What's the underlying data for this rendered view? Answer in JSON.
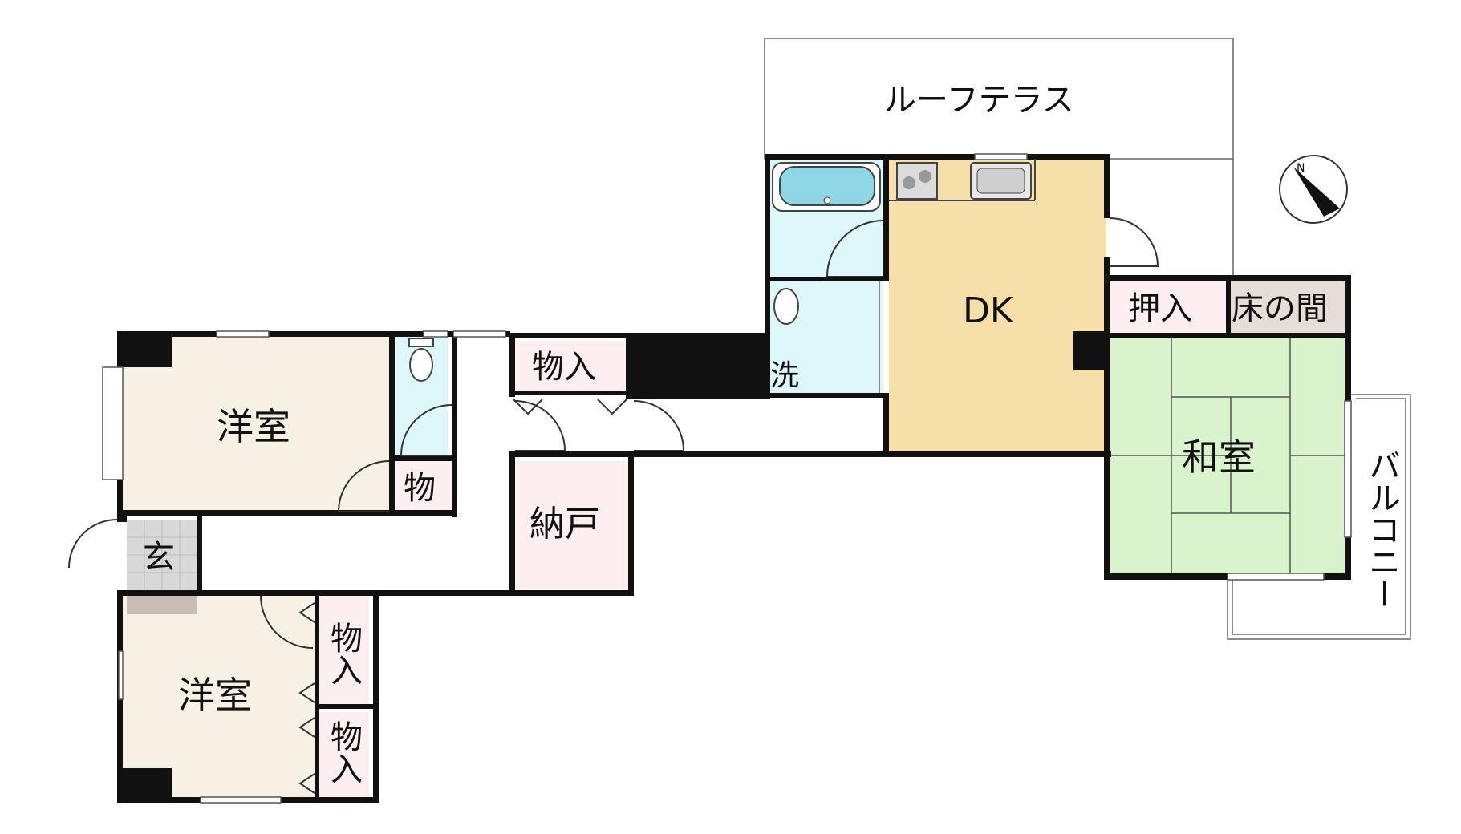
{
  "rooms": {
    "roof_terrace": "ルーフテラス",
    "dk": "DK",
    "oshiire": "押入",
    "tokonoma": "床の間",
    "washitsu": "和室",
    "balcony": "バルコニー",
    "yoshitsu_top": "洋室",
    "yoshitsu_bottom": "洋室",
    "genkan": "玄",
    "storage_toilet": "物",
    "storage_hall": "物入",
    "nando": "納戸",
    "wash": "洗",
    "storage_bottom_1": "物入",
    "storage_bottom_2": "物入"
  },
  "colors": {
    "western_room": "#f6f1e4",
    "dk_floor": "#f6dfa8",
    "storage": "#fdeff0",
    "wet_area": "#def7fa",
    "tatami": "#d9f3cd",
    "tokonoma": "#e6ded6",
    "genkan_tile": "#d8d8d8",
    "genkan_step": "#c7bfb5",
    "bathtub": "#8fd7e6",
    "wall": "#111111"
  },
  "compass": {
    "north_label": "N"
  }
}
